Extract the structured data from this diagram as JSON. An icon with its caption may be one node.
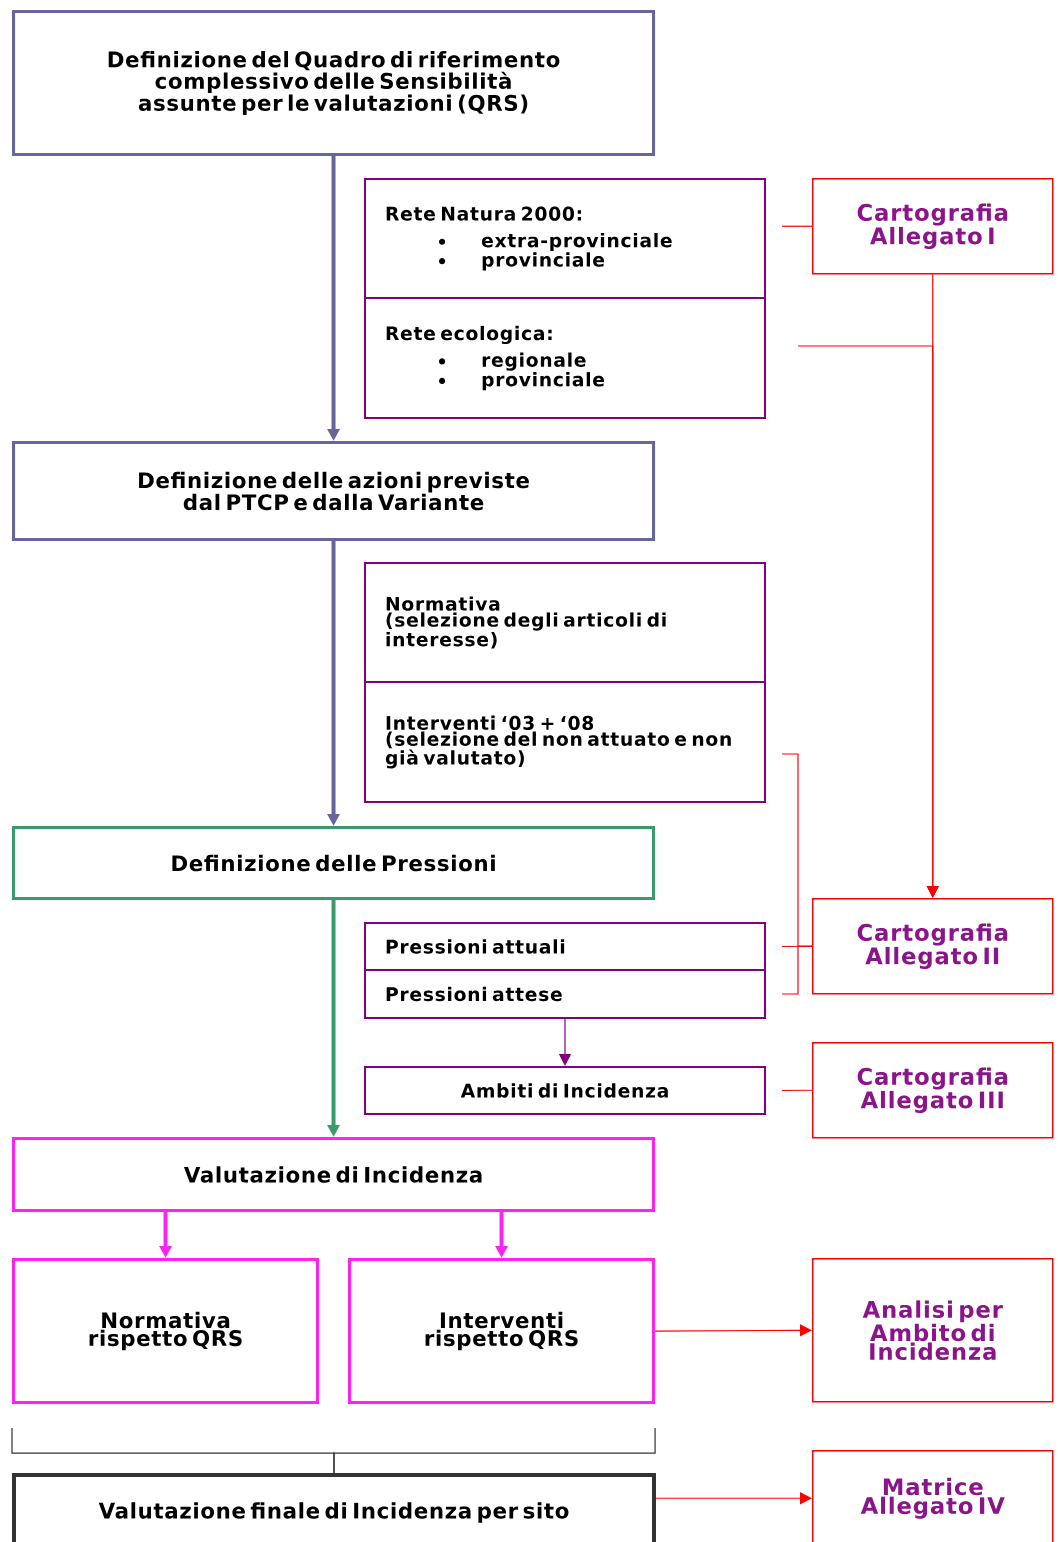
{
  "diagram": {
    "nodes": [
      {
        "text": [
          "Definizione del Quadro di riferimento complessivo delle Sensibilità assunte per le valutazioni (QRS)"
        ]
      },
      {
        "text": [
          "Rete Natura 2000:",
          "extra-provinciale",
          "provinciale"
        ]
      },
      {
        "text": [
          "Rete ecologica:",
          "regionale",
          "provinciale"
        ]
      },
      {
        "text": [
          "Cartografia Allegato I"
        ]
      },
      {
        "text": [
          "Definizione delle azioni previste dal PTCP e dalla Variante"
        ]
      },
      {
        "text": [
          "Normativa",
          "(selezione degli articoli di interesse)"
        ]
      },
      {
        "text": [
          "Interventi ‘03 + ‘08",
          "(selezione del non attuato e non già valutato)"
        ]
      },
      {
        "text": [
          "Definizione delle Pressioni"
        ]
      },
      {
        "text": [
          "Pressioni attuali"
        ]
      },
      {
        "text": [
          "Pressioni attese"
        ]
      },
      {
        "text": [
          "Cartografia Allegato II"
        ]
      },
      {
        "text": [
          "Ambiti di Incidenza"
        ]
      },
      {
        "text": [
          "Cartografia Allegato III"
        ]
      },
      {
        "text": [
          "Valutazione di Incidenza"
        ]
      },
      {
        "text": [
          "Normativa rispetto QRS"
        ]
      },
      {
        "text": [
          "Interventi rispetto QRS"
        ]
      },
      {
        "text": [
          "Analisi per Ambito di Incidenza"
        ]
      },
      {
        "text": [
          "Valutazione finale di Incidenza per sito"
        ]
      },
      {
        "text": [
          "Matrice Allegato IV"
        ]
      }
    ],
    "edges": [
      {
        "from": 0,
        "to": 4,
        "arrow": "to",
        "style": "thick",
        "color": "#66669a"
      },
      {
        "from": 4,
        "to": 7,
        "arrow": "to",
        "style": "thick",
        "color": "#66669a"
      },
      {
        "from": 7,
        "to": 13,
        "arrow": "to",
        "style": "thick",
        "color": "#3a9a6a"
      },
      {
        "from": 13,
        "to": 14,
        "arrow": "to",
        "style": "thick",
        "color": "#ff22ee"
      },
      {
        "from": 13,
        "to": 15,
        "arrow": "to",
        "style": "thick",
        "color": "#ff22ee"
      },
      {
        "from": 1,
        "to": 3,
        "arrow": "none"
      },
      {
        "from": 2,
        "to": 10,
        "arrow": "to"
      },
      {
        "from": 3,
        "to": 10,
        "arrow": "to"
      },
      {
        "from": 6,
        "to": 10,
        "arrow": "none"
      },
      {
        "from": 8,
        "to": 10,
        "arrow": "none"
      },
      {
        "from": 9,
        "to": 10,
        "arrow": "none"
      },
      {
        "from": 9,
        "to": 11,
        "arrow": "to",
        "color": "#800080"
      },
      {
        "from": 11,
        "to": 12,
        "arrow": "none"
      },
      {
        "from": 15,
        "to": 16,
        "arrow": "to"
      },
      {
        "from": 14,
        "to": 17,
        "arrow": "none",
        "color": "#333333"
      },
      {
        "from": 15,
        "to": 17,
        "arrow": "none",
        "color": "#333333"
      },
      {
        "from": 17,
        "to": 18,
        "arrow": "to"
      }
    ]
  }
}
